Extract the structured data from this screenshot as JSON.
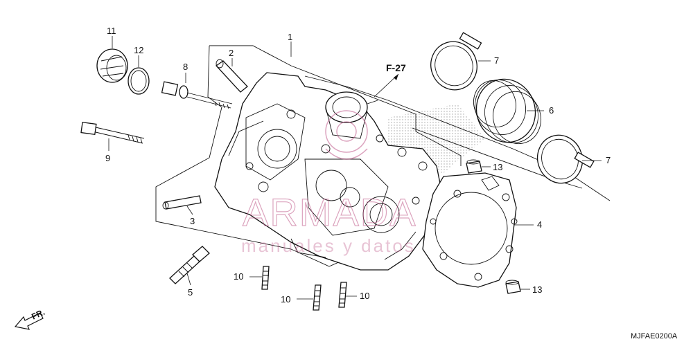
{
  "diagram": {
    "callouts": [
      {
        "id": "1",
        "label": "1"
      },
      {
        "id": "2",
        "label": "2"
      },
      {
        "id": "3",
        "label": "3"
      },
      {
        "id": "4",
        "label": "4"
      },
      {
        "id": "5",
        "label": "5"
      },
      {
        "id": "6",
        "label": "6"
      },
      {
        "id": "7a",
        "label": "7"
      },
      {
        "id": "7b",
        "label": "7"
      },
      {
        "id": "8",
        "label": "8"
      },
      {
        "id": "9",
        "label": "9"
      },
      {
        "id": "10a",
        "label": "10"
      },
      {
        "id": "10b",
        "label": "10"
      },
      {
        "id": "10c",
        "label": "10"
      },
      {
        "id": "11",
        "label": "11"
      },
      {
        "id": "12",
        "label": "12"
      },
      {
        "id": "13a",
        "label": "13"
      },
      {
        "id": "13b",
        "label": "13"
      }
    ],
    "reference": "F-27",
    "direction": "FR.",
    "code": "MJFAE0200A",
    "watermark": {
      "brand": "ARMADA",
      "tagline": "manuales y datos"
    },
    "colors": {
      "line": "#111111",
      "watermark": "#c05a8a",
      "background": "#ffffff"
    }
  }
}
